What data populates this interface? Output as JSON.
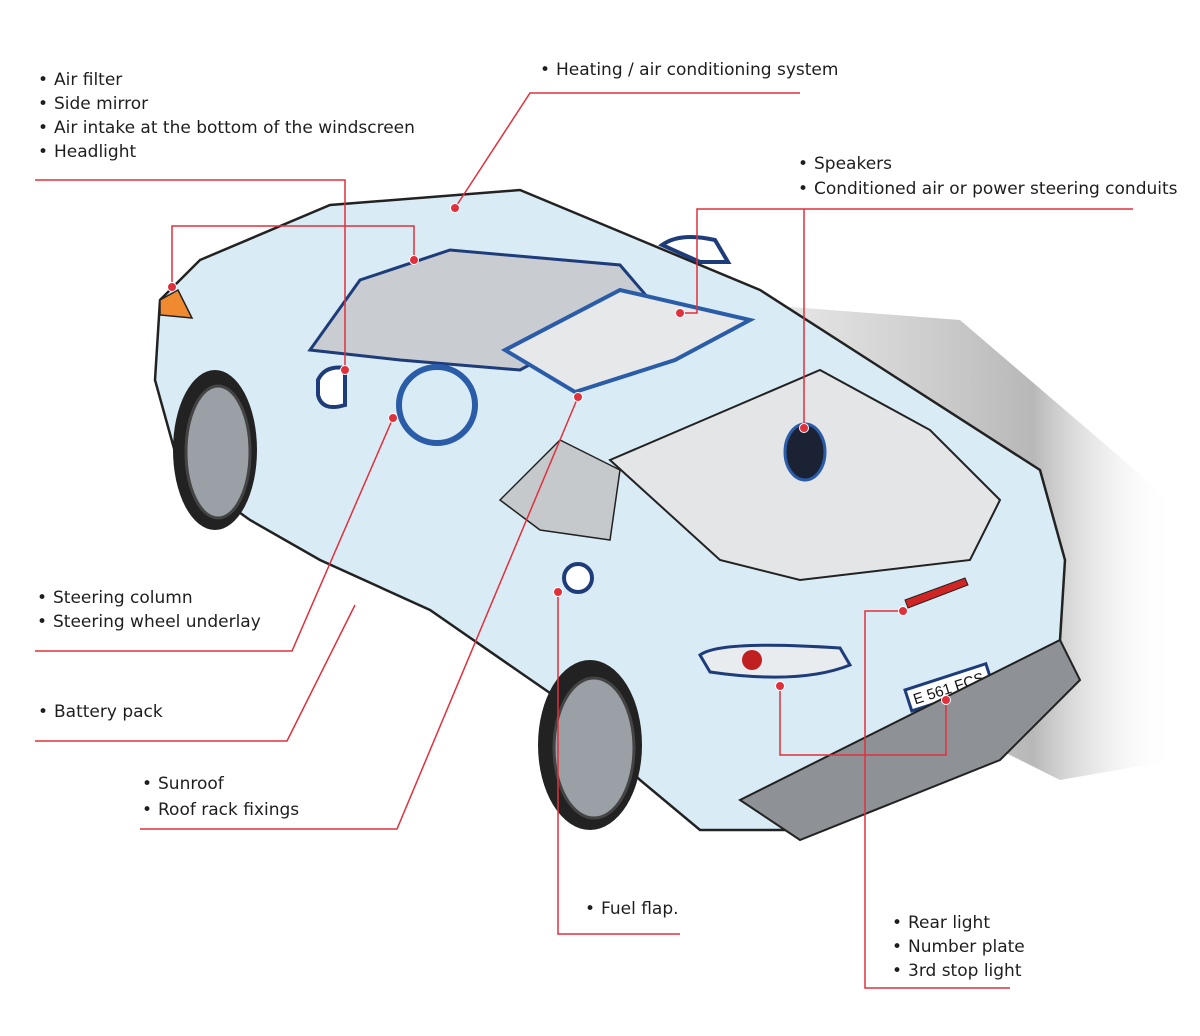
{
  "diagram": {
    "accent_color": "#e0303c",
    "car_color": "#d9ecf6",
    "plate_text": "E 561 FCS",
    "groups": [
      {
        "id": "front",
        "items": [
          "Air filter",
          "Side mirror",
          "Air intake at the bottom of the windscreen",
          "Headlight"
        ]
      },
      {
        "id": "heating",
        "items": [
          "Heating / air conditioning system"
        ]
      },
      {
        "id": "speakers",
        "items": [
          "Speakers",
          "Conditioned air or power steering conduits"
        ]
      },
      {
        "id": "steering",
        "items": [
          "Steering column",
          "Steering wheel underlay"
        ]
      },
      {
        "id": "battery",
        "items": [
          "Battery pack"
        ]
      },
      {
        "id": "roof",
        "items": [
          "Sunroof",
          "Roof rack fixings"
        ]
      },
      {
        "id": "fuel",
        "items": [
          "Fuel flap."
        ]
      },
      {
        "id": "rear",
        "items": [
          "Rear light",
          "Number plate",
          "3rd stop light"
        ]
      }
    ]
  }
}
